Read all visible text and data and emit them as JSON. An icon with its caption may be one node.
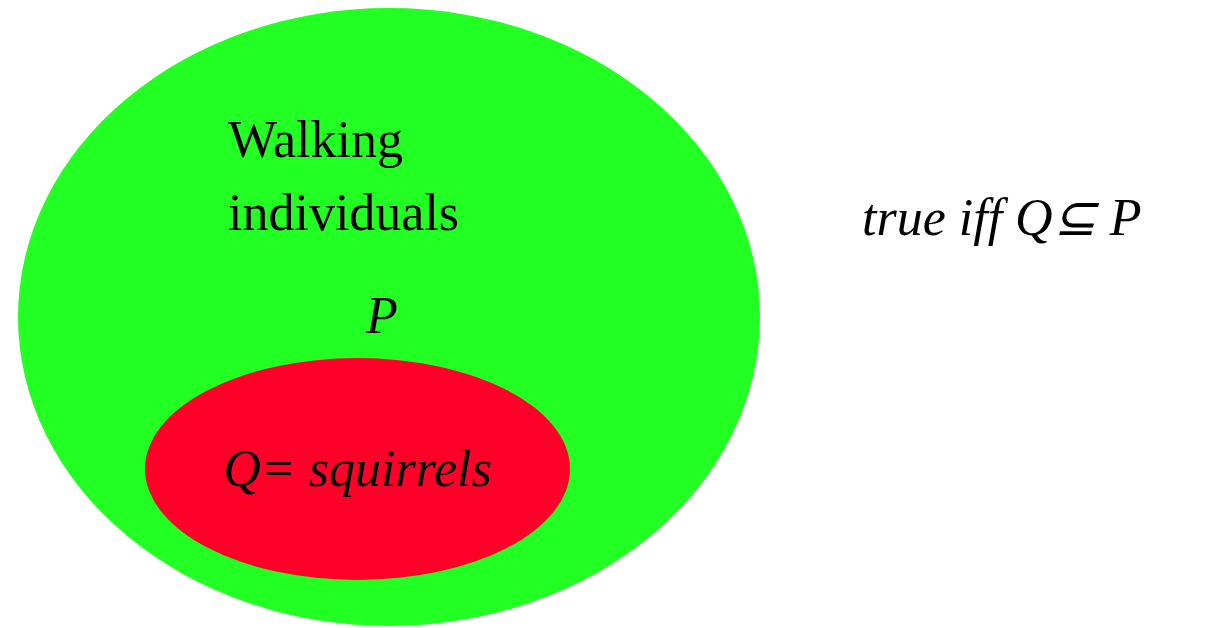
{
  "diagram": {
    "nodes": [
      {
        "text": [
          "Walking individuals",
          "P"
        ]
      },
      {
        "text": [
          "Q= squirrels"
        ],
        "in": 0
      }
    ],
    "labels": [
      "true iff Q⊆ P"
    ]
  }
}
